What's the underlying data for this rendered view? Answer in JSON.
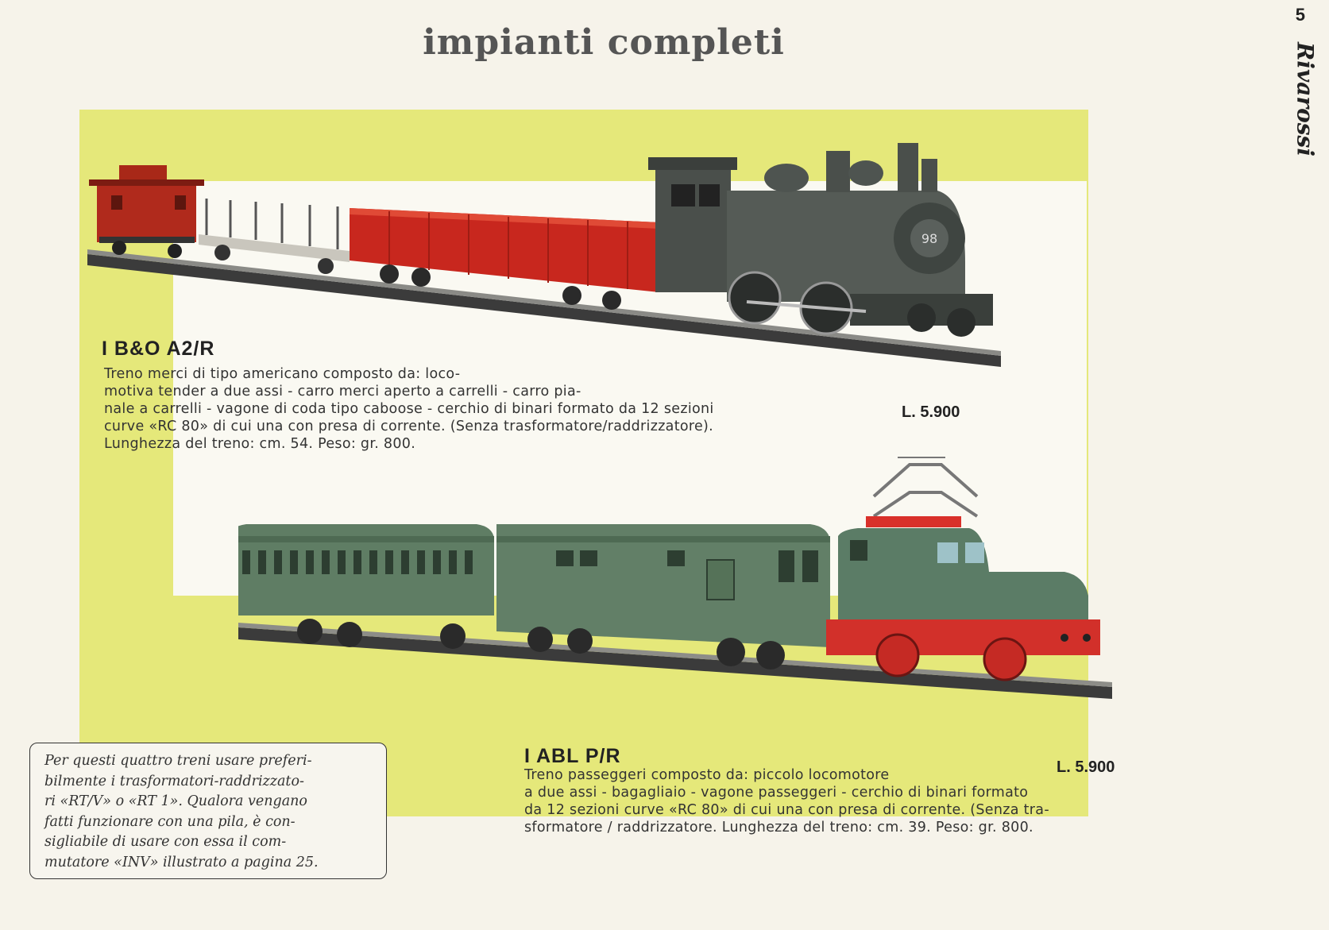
{
  "page": {
    "title": "impianti completi",
    "number": "5",
    "brand": "Rivarossi"
  },
  "colors": {
    "panel_yellow": "#e5e87a",
    "freight_car_red": "#c8271e",
    "locomotive_gray": "#4f5550",
    "passenger_green": "#5c7a62"
  },
  "products": [
    {
      "code": "I B&O A2/R",
      "description_lines": [
        "Treno merci di tipo americano composto da: loco-",
        "motiva tender a due assi - carro merci aperto a carrelli - carro pia-",
        "nale a carrelli - vagone di coda tipo caboose - cerchio di binari formato da 12 sezioni",
        "curve «RC 80» di cui una con presa di corrente. (Senza trasformatore/raddrizzatore).",
        "Lunghezza del treno: cm. 54. Peso: gr. 800."
      ],
      "price": "L. 5.900"
    },
    {
      "code": "I ABL P/R",
      "description_lines": [
        "Treno passeggeri composto da: piccolo locomotore",
        "a due assi - bagagliaio - vagone passeggeri - cerchio di binari formato",
        "da 12 sezioni curve «RC 80» di cui una con presa di corrente. (Senza tra-",
        "sformatore / raddrizzatore. Lunghezza del treno: cm. 39. Peso: gr. 800."
      ],
      "price": "L. 5.900"
    }
  ],
  "note": {
    "lines": [
      "Per questi quattro treni usare preferi-",
      "bilmente i trasformatori-raddrizzato-",
      "ri «RT/V» o «RT 1». Qualora vengano",
      "fatti funzionare con una pila, è con-",
      "sigliabile di usare con essa il com-",
      "mutatore «INV» illustrato a pagina 25."
    ]
  }
}
